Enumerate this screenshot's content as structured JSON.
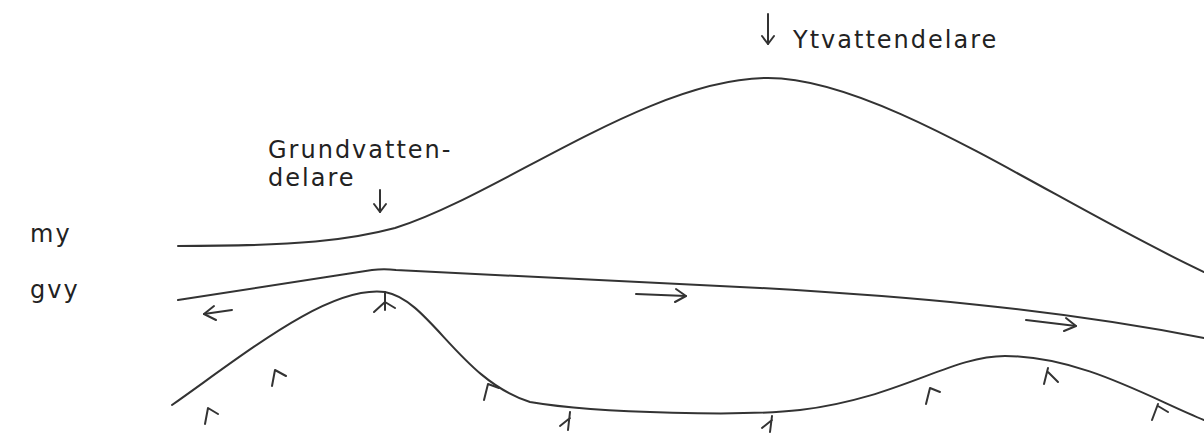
{
  "diagram": {
    "labels": [
      "Ytvattendelare",
      "Grundvatten- delare",
      "my",
      "gvy"
    ]
  }
}
